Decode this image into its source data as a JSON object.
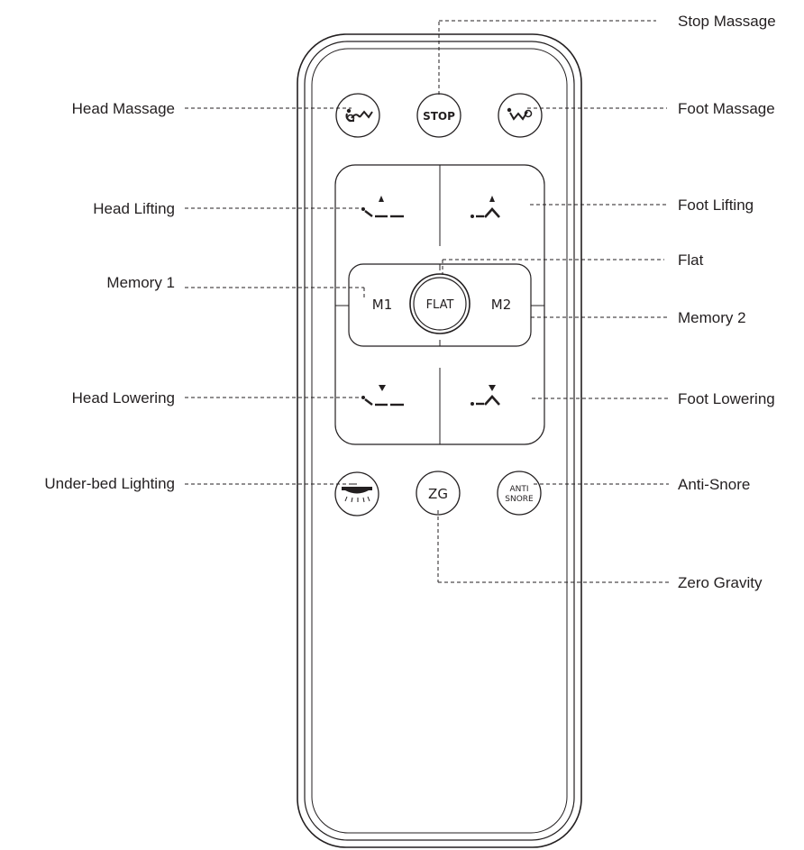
{
  "buttons": {
    "stop": "STOP",
    "m1": "M1",
    "flat": "FLAT",
    "m2": "M2",
    "zg": "ZG",
    "anti_snore_line1": "ANTI",
    "anti_snore_line2": "SNORE"
  },
  "callouts": {
    "stop_massage": "Stop Massage",
    "head_massage": "Head Massage",
    "foot_massage": "Foot Massage",
    "head_lifting": "Head Lifting",
    "foot_lifting": "Foot Lifting",
    "flat": "Flat",
    "memory_1": "Memory 1",
    "memory_2": "Memory 2",
    "head_lowering": "Head Lowering",
    "foot_lowering": "Foot Lowering",
    "under_bed_lighting": "Under-bed Lighting",
    "anti_snore": "Anti-Snore",
    "zero_gravity": "Zero Gravity"
  },
  "icons": {
    "head_massage_button": "head-massage-icon",
    "foot_massage_button": "foot-massage-icon",
    "head_lift_button": "head-lift-icon",
    "foot_lift_button": "foot-lift-icon",
    "head_lower_button": "head-lower-icon",
    "foot_lower_button": "foot-lower-icon",
    "light_button": "under-bed-light-icon"
  },
  "colors": {
    "ink": "#231f20",
    "background": "#ffffff"
  }
}
